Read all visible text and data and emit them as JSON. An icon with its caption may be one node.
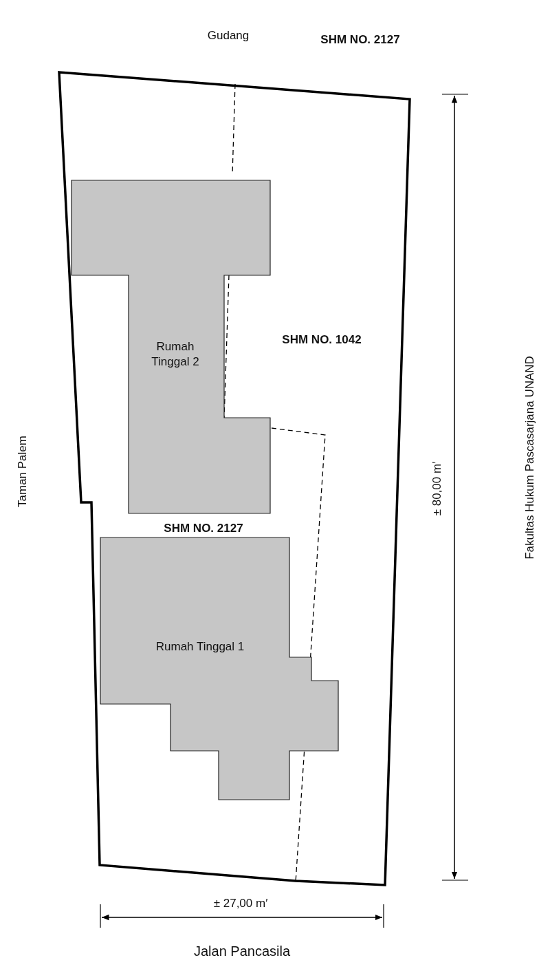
{
  "diagram": {
    "nodes": [
      {
        "text": [
          "Rumah Tinggal 2"
        ]
      },
      {
        "text": [
          "Rumah Tinggal 1"
        ]
      }
    ],
    "labels": [
      "Gudang",
      "SHM NO. 2127",
      "SHM NO. 1042",
      "SHM NO. 2127",
      "Taman Palem",
      "± 80,00 m′",
      "Fakultas Hukum Pascasarjana UNAND",
      "± 27,00 m′",
      "Jalan Pancasila"
    ]
  }
}
